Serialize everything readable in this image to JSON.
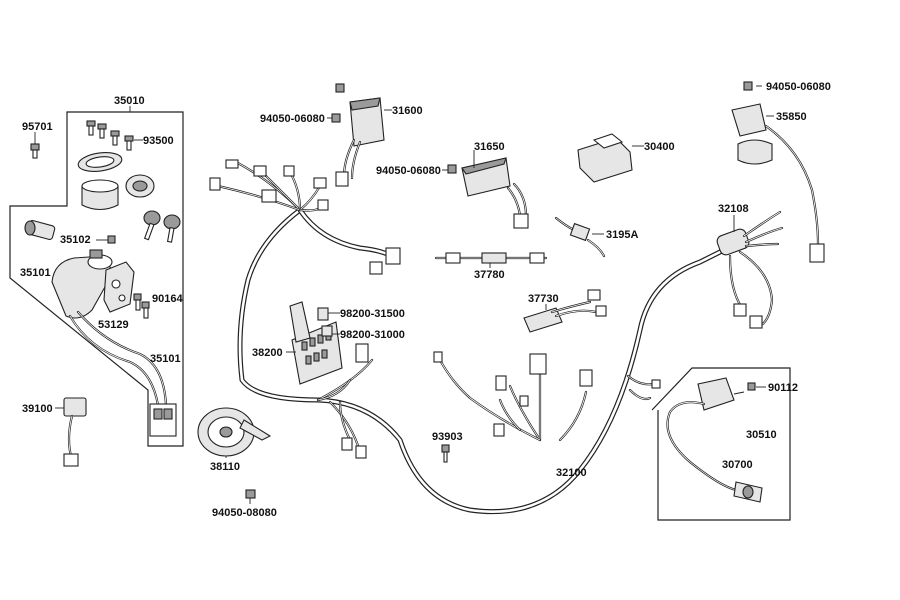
{
  "labels": {
    "l_35010": "35010",
    "l_95701": "95701",
    "l_93500": "93500",
    "l_35102": "35102",
    "l_35101a": "35101",
    "l_35101b": "35101",
    "l_90164": "90164",
    "l_53129": "53129",
    "l_39100": "39100",
    "l_38110": "38110",
    "l_94050_08080": "94050-08080",
    "l_94050_06080a": "94050-06080",
    "l_31600": "31600",
    "l_31650": "31650",
    "l_94050_06080b": "94050-06080",
    "l_30400": "30400",
    "l_94050_06080c": "94050-06080",
    "l_35850": "35850",
    "l_32108": "32108",
    "l_3195A": "3195A",
    "l_37780": "37780",
    "l_37730": "37730",
    "l_98200_31500": "98200-31500",
    "l_98200_31000": "98200-31000",
    "l_38200": "38200",
    "l_93903": "93903",
    "l_32100": "32100",
    "l_90112": "90112",
    "l_30510": "30510",
    "l_30700": "30700"
  }
}
